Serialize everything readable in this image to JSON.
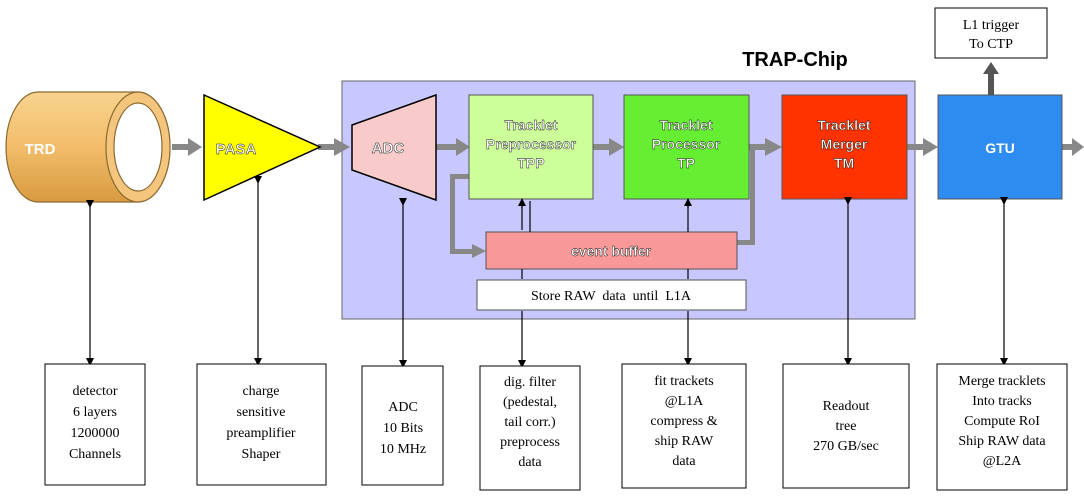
{
  "title": "TRAP-Chip",
  "components": {
    "trd": "TRD",
    "pasa": "PASA",
    "adc": "ADC",
    "tpp": [
      "Tracklet",
      "Preprocessor",
      "TPP"
    ],
    "tp": [
      "Tracklet",
      "Processor",
      "TP"
    ],
    "tm": [
      "Tracklet",
      "Merger",
      "TM"
    ],
    "gtu": "GTU",
    "event_buffer": "event buffer"
  },
  "store_raw": "Store RAW  data  until  L1A",
  "l1_trigger": [
    "L1 trigger",
    "To  CTP"
  ],
  "descriptions": {
    "trd": [
      "detector",
      "6 layers",
      "1200000",
      "Channels"
    ],
    "pasa": [
      "charge",
      "sensitive",
      "preamplifier",
      "Shaper"
    ],
    "adc": [
      "ADC",
      "10 Bits",
      "10 MHz"
    ],
    "tpp": [
      "dig. filter",
      "(pedestal,",
      "tail corr.)",
      "preprocess",
      "data"
    ],
    "tp": [
      "fit trackets",
      "@L1A",
      "compress &",
      "ship RAW",
      "data"
    ],
    "tm": [
      "Readout",
      "tree",
      "270 GB/sec"
    ],
    "gtu": [
      "Merge tracklets",
      "Into tracks",
      "Compute RoI",
      "Ship RAW data",
      "@L2A"
    ]
  },
  "colors": {
    "trap_bg": "#c8c8ff",
    "trd": "#f2bd6a",
    "pasa": "#ffff00",
    "adc": "#f8caca",
    "tpp": "#ccff99",
    "tp": "#66ee33",
    "tm": "#ff3300",
    "gtu": "#2e8cf0",
    "event_buffer": "#f89898",
    "arrow": "#888888"
  }
}
